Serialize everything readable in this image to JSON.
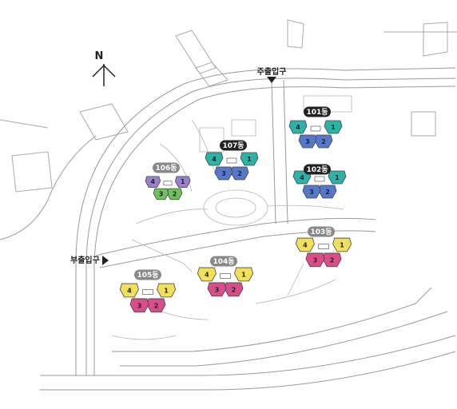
{
  "compass": {
    "label": "N"
  },
  "entrances": {
    "main": "주출입구",
    "sub": "부출입구"
  },
  "buildings": [
    {
      "id": "101",
      "label": "101동",
      "color": "#2ab3a6",
      "accent": "#5577cc",
      "badge": "#222222"
    },
    {
      "id": "102",
      "label": "102동",
      "color": "#2ab3a6",
      "accent": "#5577cc",
      "badge": "#222222"
    },
    {
      "id": "103",
      "label": "103동",
      "color": "#f0e05a",
      "accent": "#d94d8a",
      "badge": "#888888"
    },
    {
      "id": "104",
      "label": "104동",
      "color": "#f0e05a",
      "accent": "#d94d8a",
      "badge": "#888888"
    },
    {
      "id": "105",
      "label": "105동",
      "color": "#f0e05a",
      "accent": "#d94d8a",
      "badge": "#888888"
    },
    {
      "id": "106",
      "label": "106동",
      "color": "#9a7fd1",
      "accent": "#6cc35a",
      "badge": "#888888"
    },
    {
      "id": "107",
      "label": "107동",
      "color": "#2ab3a6",
      "accent": "#5577cc",
      "badge": "#222222"
    }
  ],
  "wing_numbers": [
    "1",
    "2",
    "3",
    "4"
  ],
  "colors": {
    "line": "#8a8a8a",
    "road": "#bdbdbd",
    "background": "#ffffff"
  }
}
